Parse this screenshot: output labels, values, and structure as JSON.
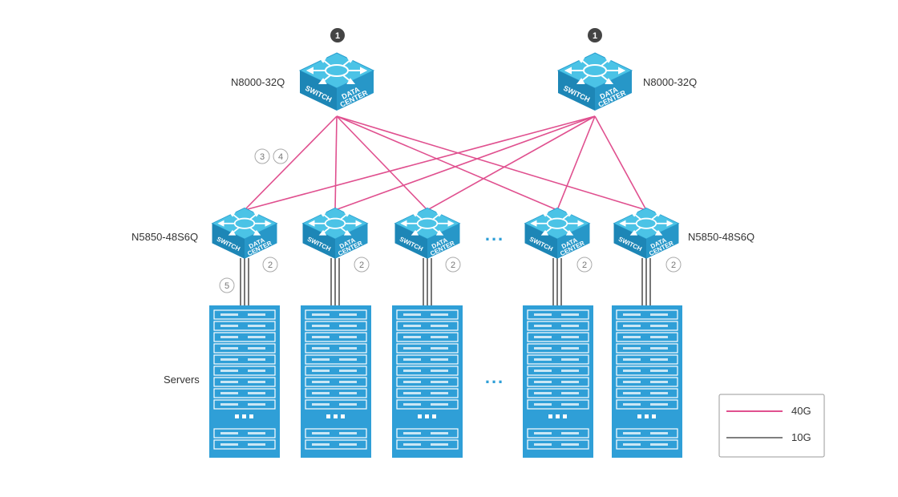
{
  "colors": {
    "link_40g": "#e0508f",
    "link_10g": "#555555",
    "switch_top": "#4bc3e6",
    "switch_side_left": "#1d86b6",
    "switch_side_right": "#2797c8",
    "rack": "#2f9fd7",
    "ellipsis": "#2f9fd7"
  },
  "spine": {
    "label": "N8000-32Q",
    "badge": "1",
    "switch_text_left": "SWITCH",
    "switch_text_right_1": "DATA",
    "switch_text_right_2": "CENTER"
  },
  "leaf": {
    "label": "N5850-48S6Q",
    "badge": "2"
  },
  "badges": {
    "three": "3",
    "four": "4",
    "five": "5"
  },
  "servers_label": "Servers",
  "ellipsis": "...",
  "legend": {
    "items": [
      {
        "label": "40G",
        "color": "#e0508f"
      },
      {
        "label": "10G",
        "color": "#555555"
      }
    ]
  }
}
